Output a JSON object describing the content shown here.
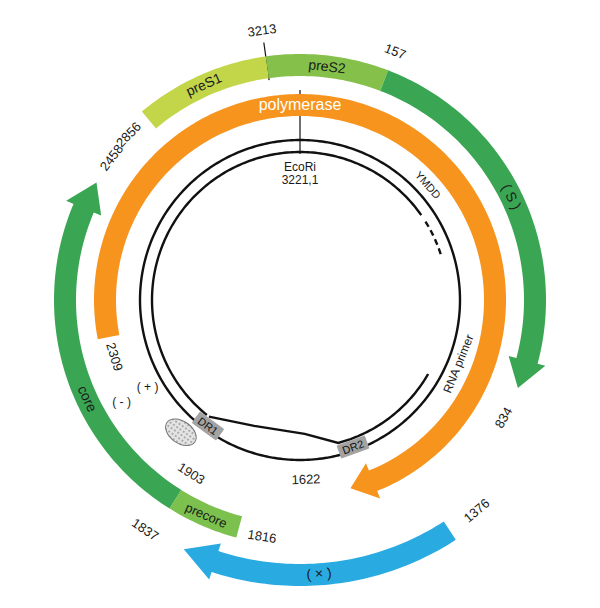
{
  "diagram": {
    "nodes": [
      {
        "text": [
          "preS1"
        ]
      },
      {
        "text": [
          "preS2"
        ]
      },
      {
        "text": [
          "( S )"
        ]
      },
      {
        "text": [
          "polymerase"
        ]
      },
      {
        "text": [
          "core"
        ]
      },
      {
        "text": [
          "precore"
        ]
      },
      {
        "text": [
          "( × )"
        ]
      },
      {
        "text": [
          "DR1"
        ]
      },
      {
        "text": [
          "DR2"
        ]
      }
    ],
    "labels": [
      "3213",
      "157",
      "2856",
      "834",
      "2458",
      "2309",
      "1903",
      "1816",
      "1622",
      "1837",
      "1376",
      "EcoRi 3221,1",
      "YMDD",
      "RNA primer",
      "( + )",
      "( - )"
    ]
  }
}
